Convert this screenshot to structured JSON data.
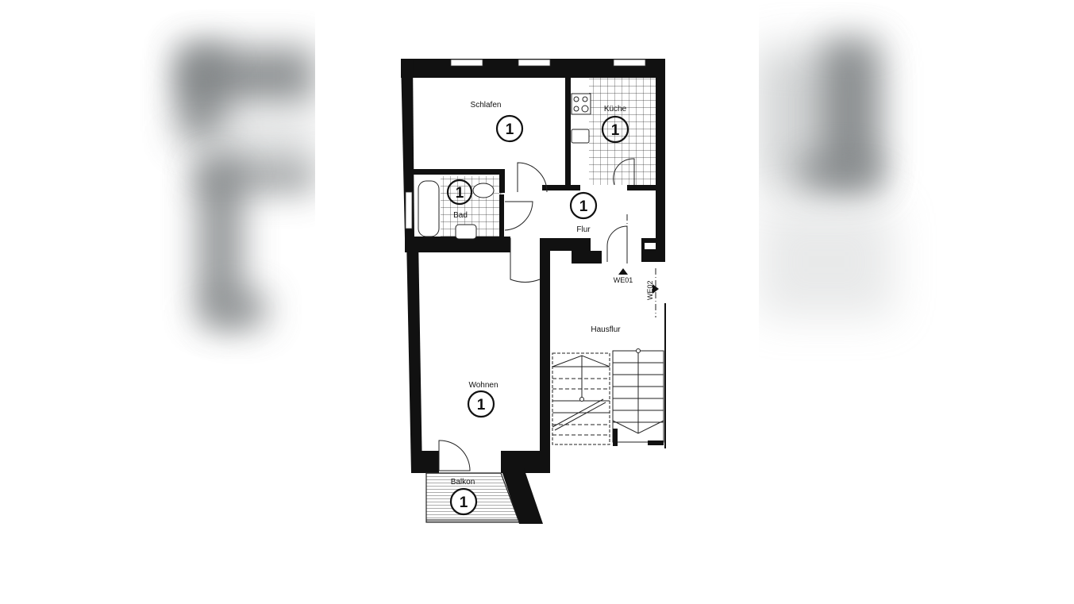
{
  "floorplan": {
    "rooms": [
      {
        "id": "schlafen",
        "label": "Schlafen",
        "unit": "1"
      },
      {
        "id": "kueche",
        "label": "Küche",
        "unit": "1"
      },
      {
        "id": "bad",
        "label": "Bad",
        "unit": "1"
      },
      {
        "id": "flur",
        "label": "Flur",
        "unit": "1"
      },
      {
        "id": "wohnen",
        "label": "Wohnen",
        "unit": "1"
      },
      {
        "id": "balkon",
        "label": "Balkon",
        "unit": "1"
      },
      {
        "id": "hausflur",
        "label": "Hausflur"
      }
    ],
    "entrances": [
      {
        "id": "we01",
        "label": "WE01"
      },
      {
        "id": "we02",
        "label": "WE02"
      }
    ],
    "colors": {
      "wall": "#111111",
      "line": "#222222",
      "background": "#ffffff",
      "blur": "#7d8183"
    }
  }
}
